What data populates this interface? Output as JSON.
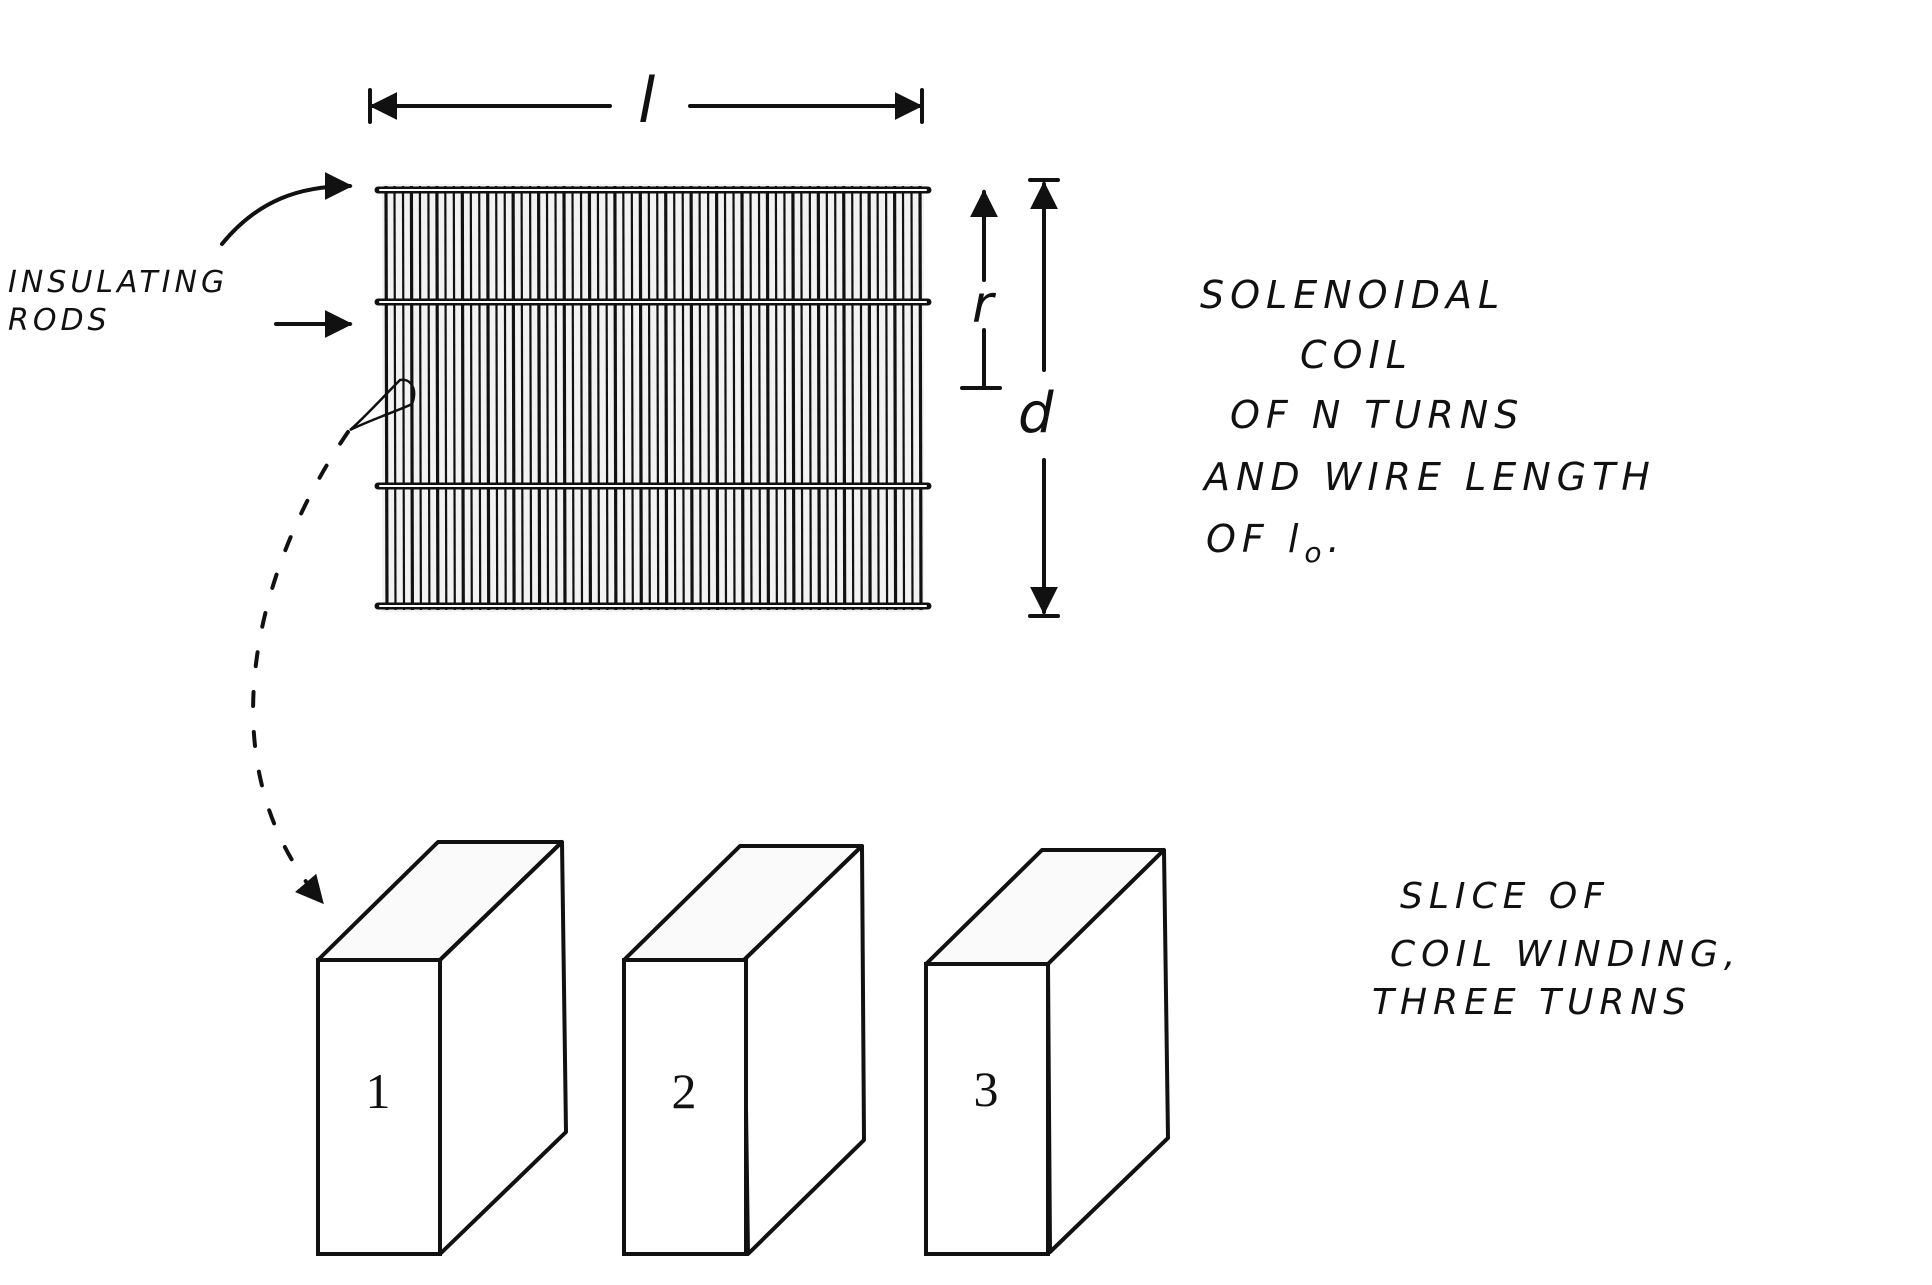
{
  "labels": {
    "length": "l",
    "radius": "r",
    "diameter": "d",
    "insulating_line1": "INSULATING",
    "insulating_line2": "RODS",
    "coil_line1": "SOLENOIDAL",
    "coil_line2": "COIL",
    "coil_line3": "OF N TURNS",
    "coil_line4": "AND WIRE LENGTH",
    "coil_line5": "OF l",
    "coil_sub": "o",
    "coil_end": ".",
    "slice_line1": "SLICE OF",
    "slice_line2": "COIL WINDING,",
    "slice_line3": "THREE TURNS"
  },
  "slices": [
    {
      "label": "1"
    },
    {
      "label": "2"
    },
    {
      "label": "3"
    }
  ],
  "colors": {
    "ink": "#111111",
    "paper": "#ffffff"
  }
}
